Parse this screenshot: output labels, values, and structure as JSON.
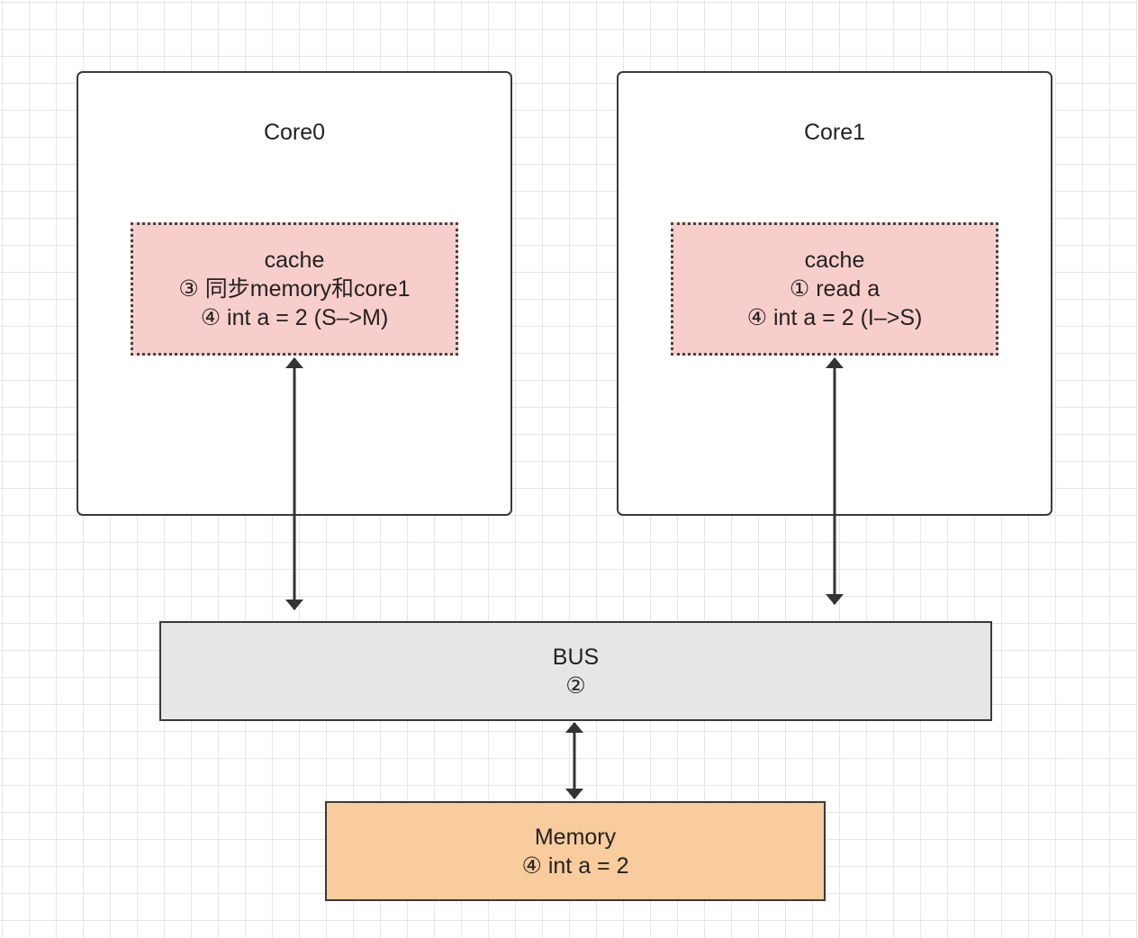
{
  "core0": {
    "title": "Core0",
    "cache": {
      "lines": [
        "cache",
        "③ 同步memory和core1",
        "④ int a = 2 (S–>M)"
      ]
    }
  },
  "core1": {
    "title": "Core1",
    "cache": {
      "lines": [
        "cache",
        "① read a",
        "④ int a = 2 (I–>S)"
      ]
    }
  },
  "bus": {
    "lines": [
      "BUS",
      "②"
    ]
  },
  "memory": {
    "lines": [
      "Memory",
      "④ int a = 2"
    ]
  },
  "colors": {
    "cache_fill": "#f8cecc",
    "bus_fill": "#e6e6e6",
    "memory_fill": "#f8cc9c",
    "stroke": "#3a3a3a"
  }
}
